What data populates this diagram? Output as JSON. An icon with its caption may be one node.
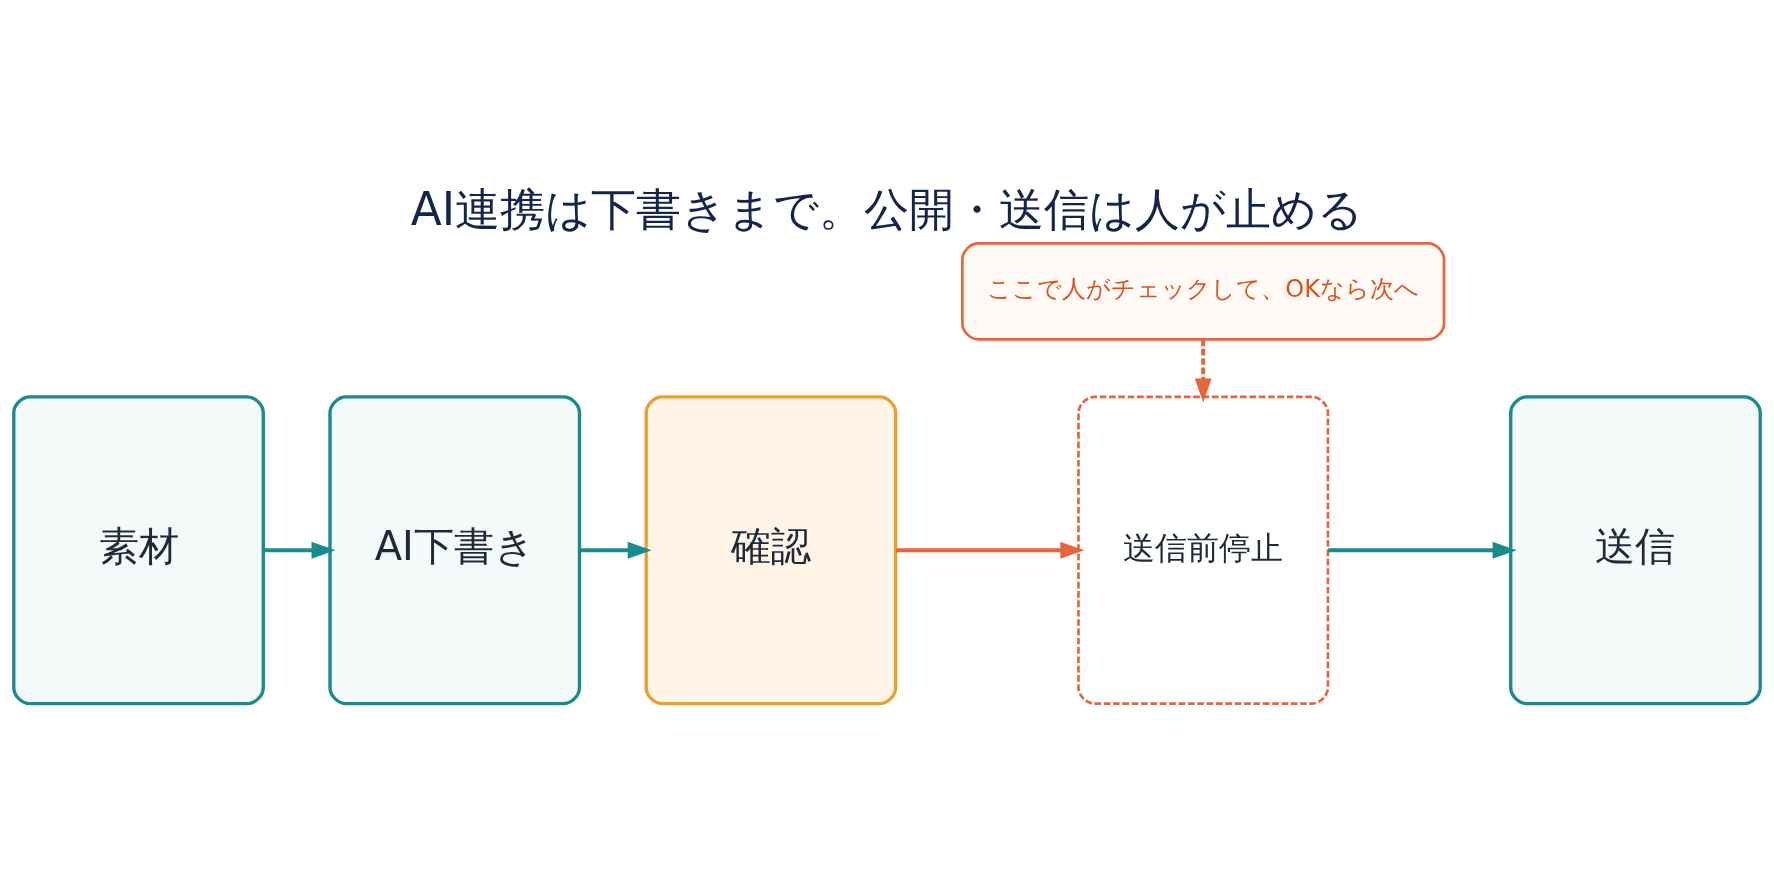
{
  "diagram": {
    "title": "AI連携は下書きまで。公開・送信は人が止める",
    "nodes": [
      {
        "text": [
          "素材"
        ]
      },
      {
        "text": [
          "AI下書き"
        ]
      },
      {
        "text": [
          "確認"
        ]
      },
      {
        "text": [
          "送信前停止"
        ]
      },
      {
        "text": [
          "送信"
        ]
      },
      {
        "text": [
          "ここで人がチェックして、OKなら次へ"
        ]
      }
    ],
    "edges": [
      {
        "from": 0,
        "to": 1,
        "arrow": "to"
      },
      {
        "from": 1,
        "to": 2,
        "arrow": "to"
      },
      {
        "from": 2,
        "to": 3,
        "arrow": "to",
        "color": "#e8643c"
      },
      {
        "from": 3,
        "to": 4,
        "arrow": "to"
      },
      {
        "from": 5,
        "to": 3,
        "arrow": "to",
        "style": "dashed",
        "color": "#e8643c"
      }
    ]
  }
}
